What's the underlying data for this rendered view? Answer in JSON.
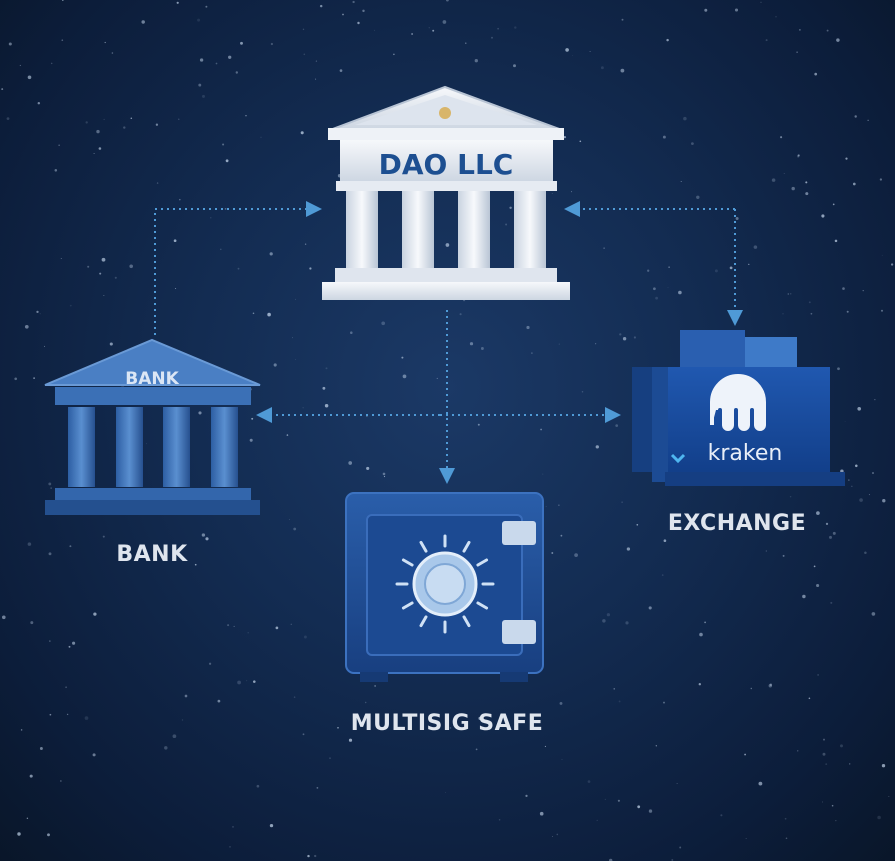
{
  "nodes": {
    "dao": {
      "title": "DAO LLC"
    },
    "bank": {
      "sign": "BANK",
      "label": "BANK"
    },
    "safe": {
      "label": "MULTISIG SAFE"
    },
    "exchange": {
      "brand": "kraken",
      "label": "EXCHANGE"
    }
  },
  "connections": [
    {
      "from": "bank",
      "to": "dao"
    },
    {
      "from": "exchange",
      "to": "dao",
      "bidirectional": true
    },
    {
      "from": "bank",
      "to": "exchange",
      "bidirectional": true
    },
    {
      "from": "dao",
      "to": "safe"
    }
  ],
  "colors": {
    "connector": "#4f9ad6",
    "building_white": "#e8edf4",
    "bank_blue": "#3a6fb5",
    "safe_blue": "#1f4f9a",
    "label": "#dfe5ee",
    "dao_text": "#1d4f91"
  }
}
